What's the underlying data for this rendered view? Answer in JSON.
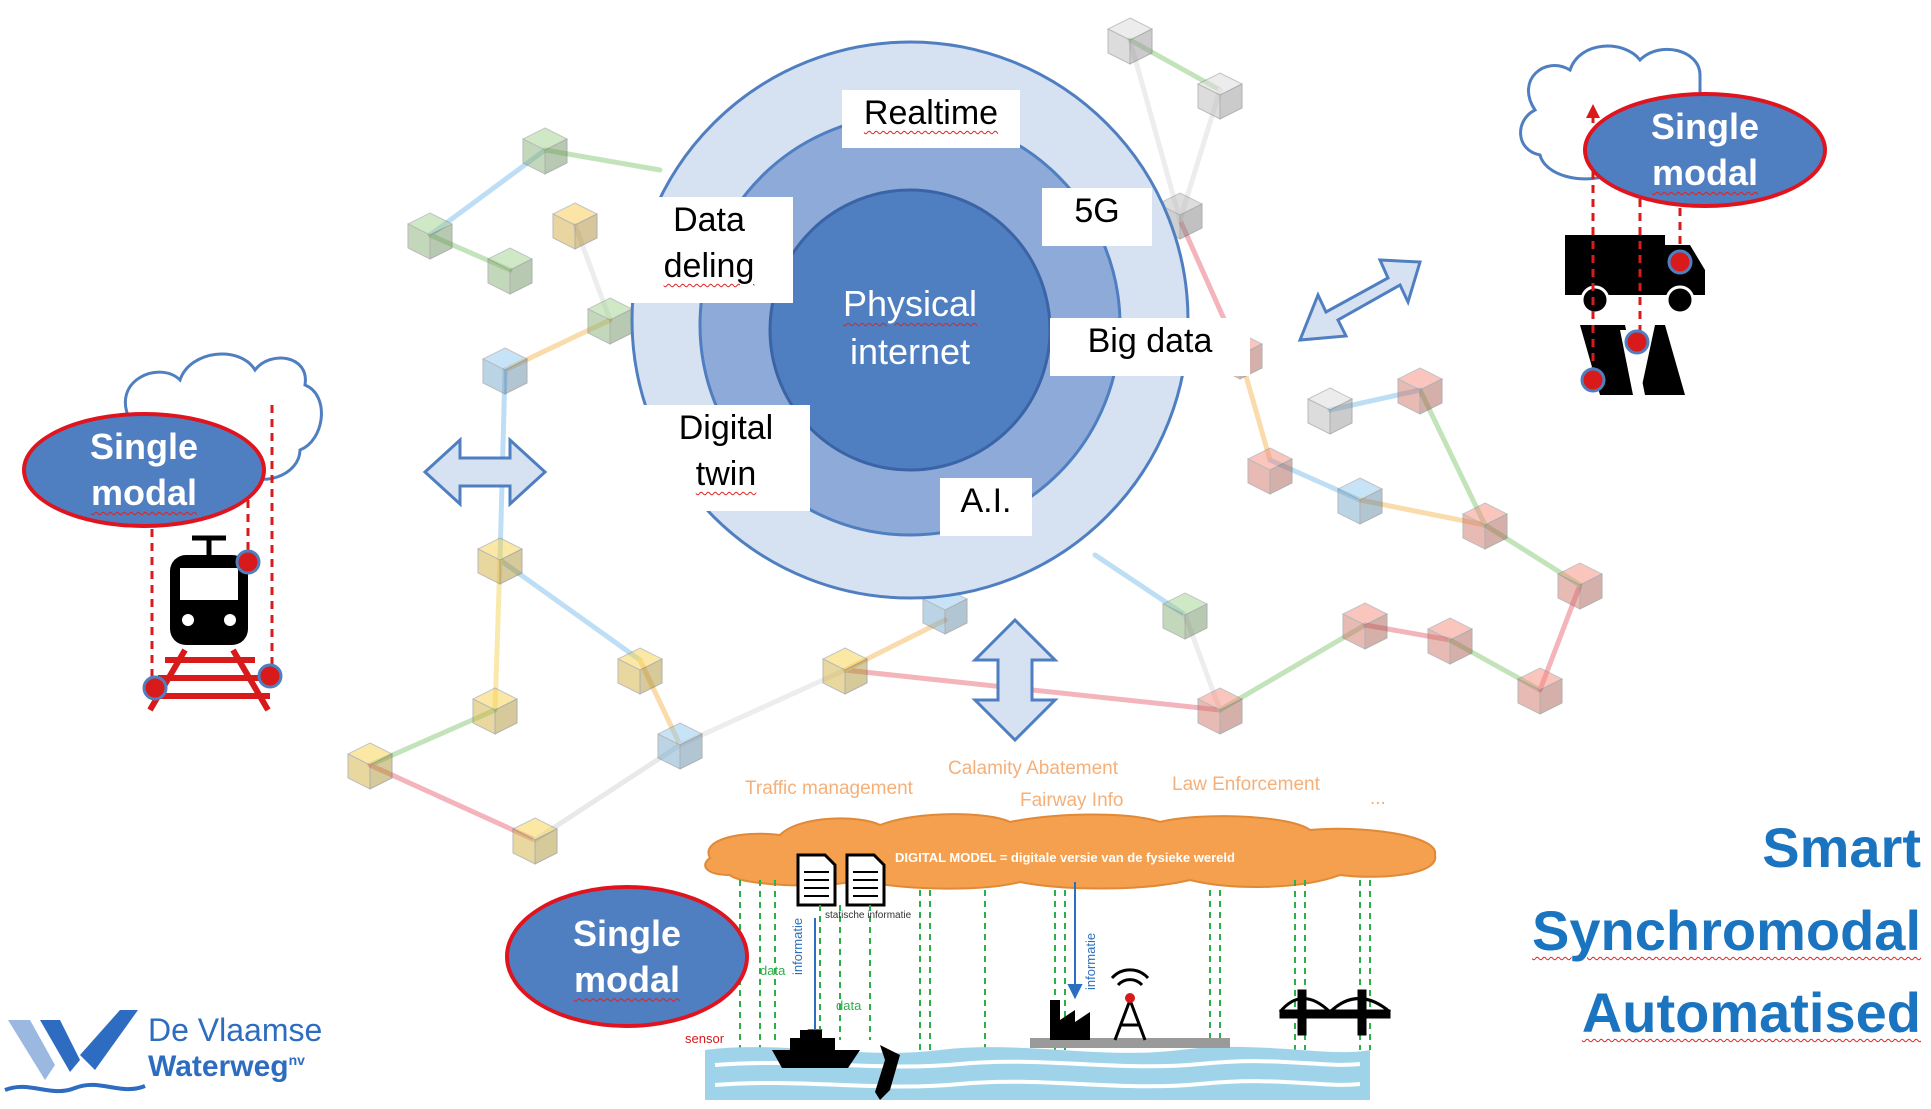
{
  "center": {
    "core_line1": "Physical",
    "core_line2": "internet",
    "labels": {
      "realtime": "Realtime",
      "fiveg": "5G",
      "bigdata": "Big data",
      "ai": "A.I.",
      "twin_line1": "Digital",
      "twin_line2": "twin",
      "deling_line1": "Data",
      "deling_line2": "deling"
    }
  },
  "ovals": {
    "left": {
      "line1": "Single",
      "line2": "modal"
    },
    "right": {
      "line1": "Single",
      "line2": "modal"
    },
    "bottom": {
      "line1": "Single",
      "line2": "modal"
    }
  },
  "services": {
    "traffic": "Traffic management",
    "calamity": "Calamity Abatement",
    "fairway": "Fairway Info",
    "law": "Law Enforcement",
    "ellipsis": "..."
  },
  "digital_model": {
    "title": "DIGITAL MODEL = digitale versie van de fysieke wereld",
    "static_info": "statische informatie",
    "data1": "data",
    "data2": "data",
    "info1": "informatie",
    "info2": "informatie",
    "sensor": "sensor"
  },
  "tagline": {
    "line1": "Smart",
    "line2": "Synchromodal",
    "line3": "Automatised"
  },
  "logo": {
    "line1": "De Vlaamse",
    "line2": "Waterweg",
    "suffix": "nv"
  },
  "colors": {
    "core": "#4f7fc0",
    "ring_mid": "#8eaad9",
    "ring_outer": "#d6e1f2",
    "accent_red": "#e0141e",
    "cloud_orange": "#f5a04f",
    "brand_blue": "#1a74c0"
  }
}
